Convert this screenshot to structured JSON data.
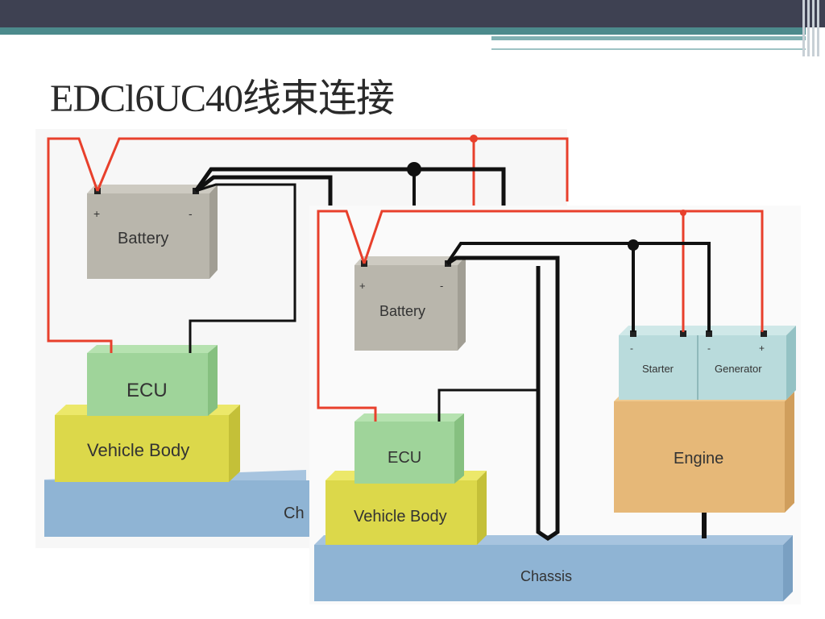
{
  "slide": {
    "title": "EDCl6UC40线束连接"
  },
  "diagram_left": {
    "battery_label": "Battery",
    "battery_plus": "+",
    "battery_minus": "-",
    "ecu_label": "ECU",
    "vehicle_body_label": "Vehicle Body",
    "chassis_label_partial": "Ch"
  },
  "diagram_right": {
    "battery_label": "Battery",
    "battery_plus": "+",
    "battery_minus": "-",
    "ecu_label": "ECU",
    "vehicle_body_label": "Vehicle Body",
    "chassis_label": "Chassis",
    "starter_label": "Starter",
    "generator_label": "Generator",
    "engine_label": "Engine",
    "starter_minus": "-",
    "generator_minus": "-",
    "generator_plus": "+"
  },
  "colors": {
    "header": "#3e4152",
    "accent_teal": "#4c8a8c",
    "battery": "#b9b6ac",
    "ecu": "#9fd49a",
    "vehicle_body": "#dcd84a",
    "chassis": "#8fb4d4",
    "starter_generator": "#b9dbdc",
    "engine": "#e6b878",
    "wire_positive": "#e8402c",
    "wire_ground": "#111111"
  }
}
